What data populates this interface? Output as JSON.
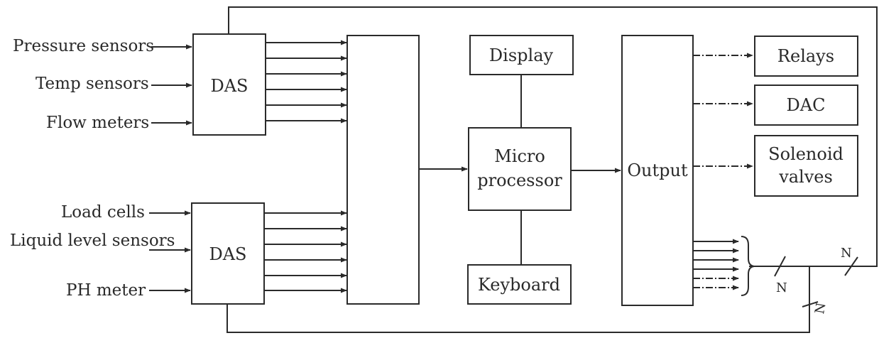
{
  "inputs_top": [
    "Pressure sensors",
    "Temp sensors",
    "Flow meters"
  ],
  "inputs_bottom": [
    "Load cells",
    "Liquid level sensors",
    "PH meter"
  ],
  "blocks": {
    "das_top": "DAS",
    "das_bottom": "DAS",
    "mux": "",
    "display": "Display",
    "micro_line1": "Micro",
    "micro_line2": "processor",
    "keyboard": "Keyboard",
    "output": "Output",
    "relays": "Relays",
    "dac": "DAC",
    "solenoid_line1": "Solenoid",
    "solenoid_line2": "valves"
  },
  "bus_labels": {
    "bus_out": "N",
    "bus_right": "N",
    "bus_down": "N"
  }
}
